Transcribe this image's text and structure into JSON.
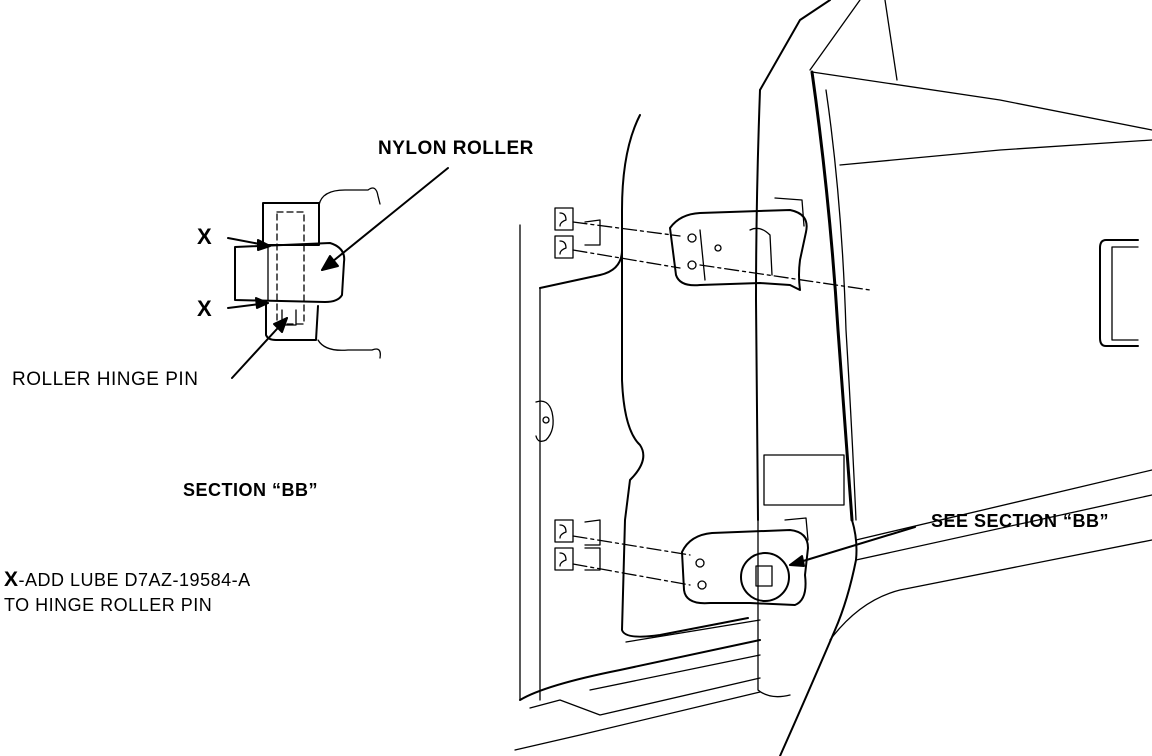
{
  "labels": {
    "nylon_roller": "NYLON ROLLER",
    "x_top": "X",
    "x_bottom": "X",
    "roller_hinge_pin": "ROLLER HINGE PIN",
    "section_bb": "SECTION “BB”",
    "see_section_bb": "SEE SECTION “BB”",
    "lube_line1_prefix": "X",
    "lube_line1": "-ADD LUBE D7AZ-19584-A",
    "lube_line2": "TO HINGE ROLLER PIN"
  },
  "colors": {
    "ink": "#000000",
    "paper": "#ffffff"
  }
}
